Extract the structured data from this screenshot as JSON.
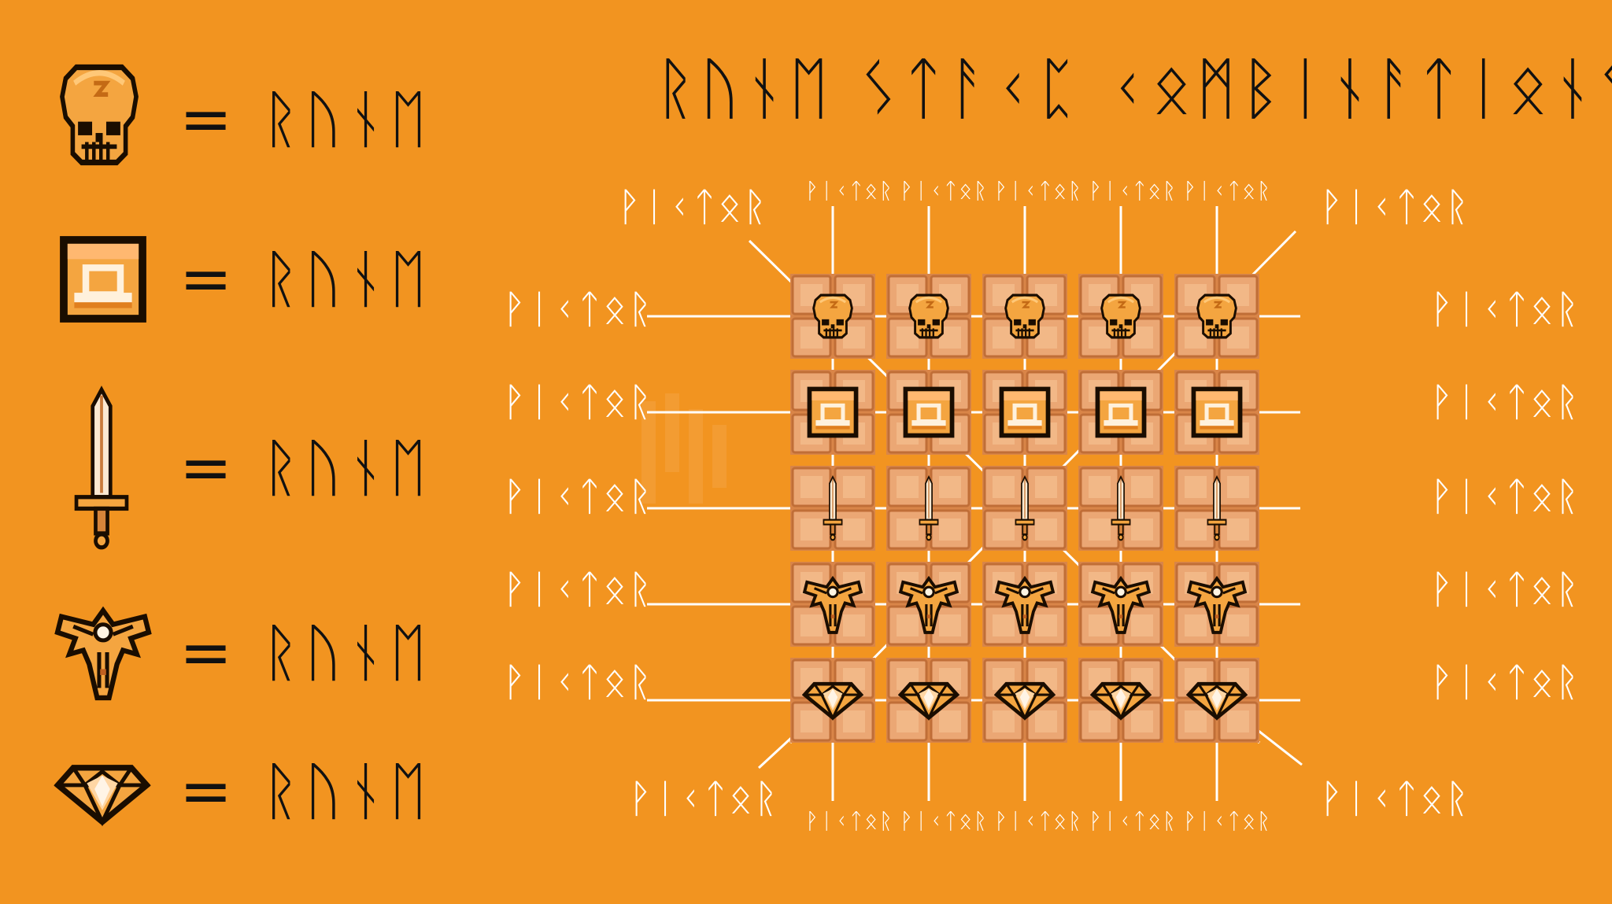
{
  "title": "ᚱᚢᚾᛖ ᛊᛏᚨᚲᛈ ᚲᛟᛗᛒᛁᚾᚨᛏᛁᛟᚾᛊ",
  "legend": [
    {
      "icon": "skull-icon",
      "label": "= ᚱᚢᚾᛖ"
    },
    {
      "icon": "frame-icon",
      "label": "= ᚱᚢᚾᛖ"
    },
    {
      "icon": "sword-icon",
      "label": "= ᚱᚢᚾᛖ"
    },
    {
      "icon": "winged-emblem-icon",
      "label": "= ᚱᚢᚾᛖ"
    },
    {
      "icon": "gem-icon",
      "label": "= ᚱᚢᚾᛖ"
    }
  ],
  "grid": {
    "rows": [
      "skull-icon",
      "frame-icon",
      "sword-icon",
      "winged-emblem-icon",
      "gem-icon"
    ],
    "columns": 5
  },
  "labels": {
    "corner_top_left": "ᚹᛁᚲᛏᛟᚱ",
    "corner_top_right": "ᚹᛁᚲᛏᛟᚱ",
    "corner_bottom_left": "ᚹᛁᚲᛏᛟᚱ",
    "corner_bottom_right": "ᚹᛁᚲᛏᛟᚱ",
    "top": [
      "ᚹᛁᚲᛏᛟᚱ",
      "ᚹᛁᚲᛏᛟᚱ",
      "ᚹᛁᚲᛏᛟᚱ",
      "ᚹᛁᚲᛏᛟᚱ",
      "ᚹᛁᚲᛏᛟᚱ"
    ],
    "bottom": [
      "ᚹᛁᚲᛏᛟᚱ",
      "ᚹᛁᚲᛏᛟᚱ",
      "ᚹᛁᚲᛏᛟᚱ",
      "ᚹᛁᚲᛏᛟᚱ",
      "ᚹᛁᚲᛏᛟᚱ"
    ],
    "left": [
      "ᚹᛁᚲᛏᛟᚱ",
      "ᚹᛁᚲᛏᛟᚱ",
      "ᚹᛁᚲᛏᛟᚱ",
      "ᚹᛁᚲᛏᛟᚱ",
      "ᚹᛁᚲᛏᛟᚱ"
    ],
    "right": [
      "ᚹᛁᚲᛏᛟᚱ",
      "ᚹᛁᚲᛏᛟᚱ",
      "ᚹᛁᚲᛏᛟᚱ",
      "ᚹᛁᚲᛏᛟᚱ",
      "ᚹᛁᚲᛏᛟᚱ"
    ]
  },
  "colors": {
    "background": "#f29420",
    "ink": "#111111",
    "label": "#ffffff",
    "tile": "#eba774",
    "icon_fill": "#f4a540"
  }
}
